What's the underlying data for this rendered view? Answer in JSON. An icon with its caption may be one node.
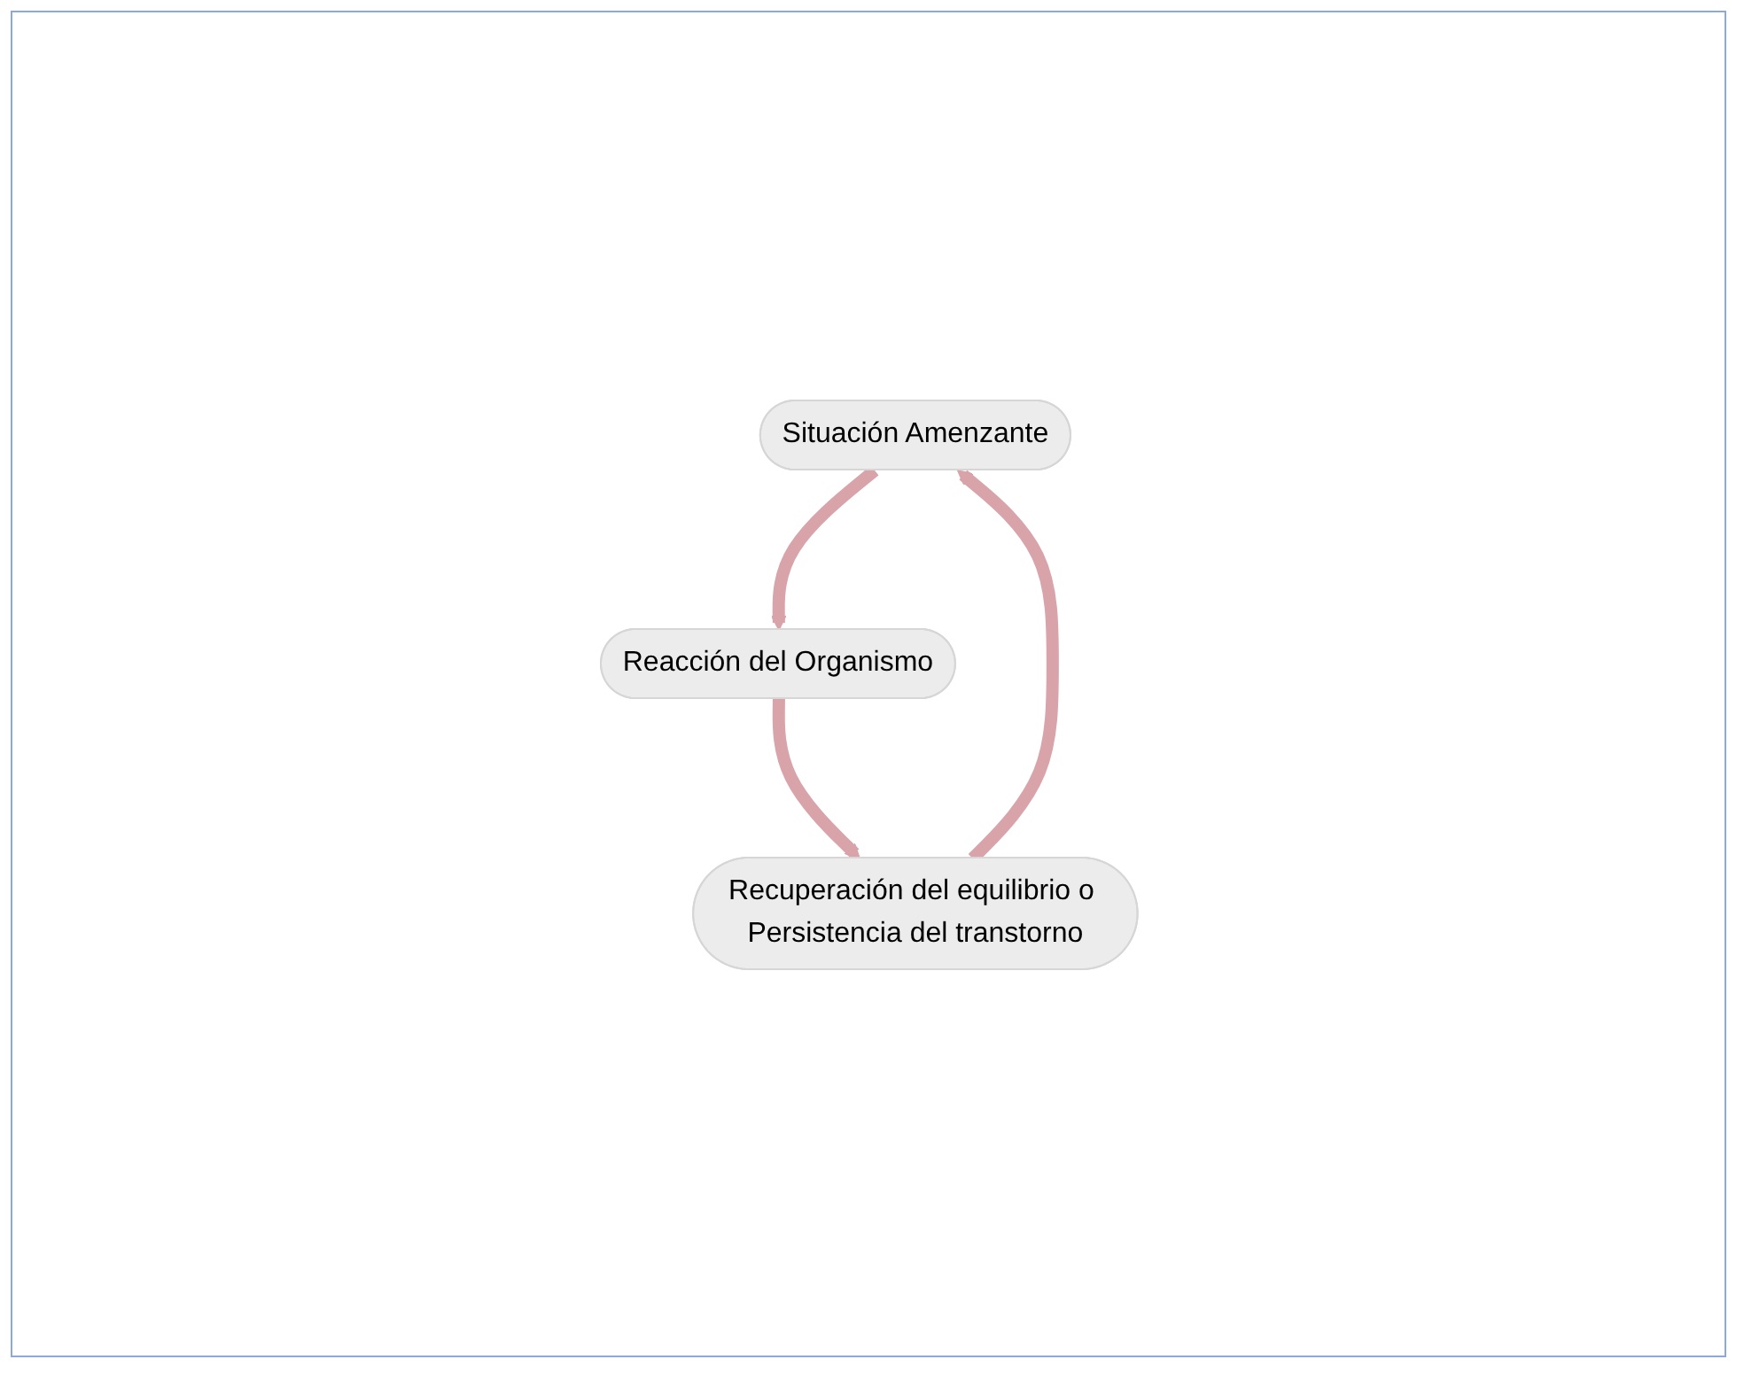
{
  "diagram": {
    "nodes": [
      {
        "text": [
          "Situación Amenzante"
        ]
      },
      {
        "text": [
          "Reacción del Organismo"
        ]
      },
      {
        "text": [
          "Recuperación del equilibrio o Persistencia del transtorno"
        ]
      }
    ],
    "edges": [
      {
        "from": 0,
        "to": 1,
        "arrow": "to"
      },
      {
        "from": 1,
        "to": 2,
        "arrow": "to"
      },
      {
        "from": 2,
        "to": 0,
        "arrow": "to"
      }
    ]
  }
}
